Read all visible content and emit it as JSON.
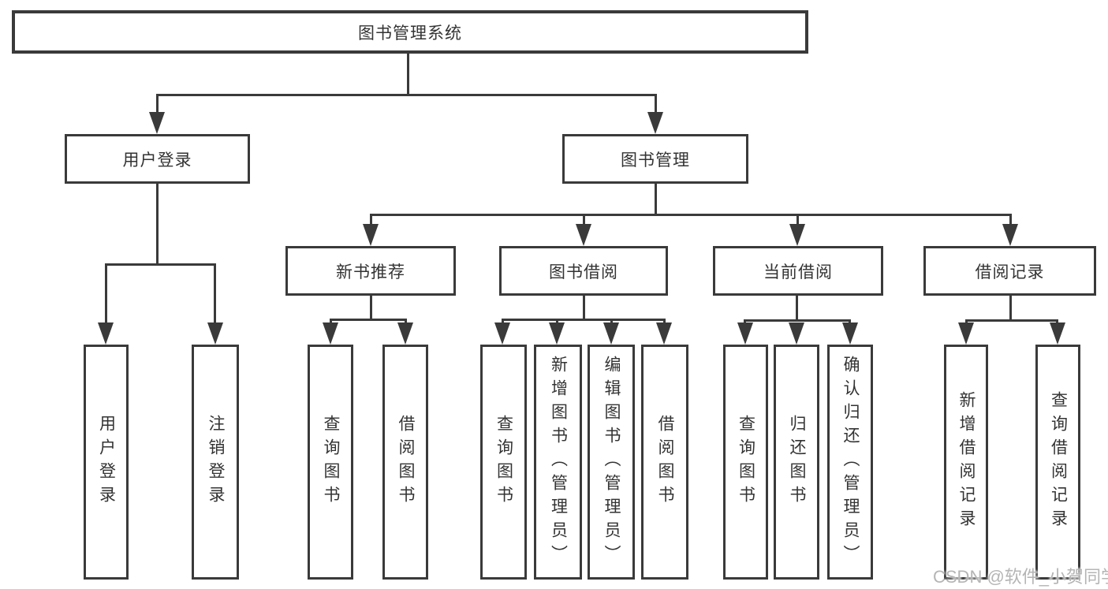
{
  "tree": {
    "root": {
      "label": "图书管理系统",
      "children": [
        {
          "label": "用户登录",
          "children": [
            {
              "label": "用户登录"
            },
            {
              "label": "注销登录"
            }
          ]
        },
        {
          "label": "图书管理",
          "children": [
            {
              "label": "新书推荐",
              "children": [
                {
                  "label": "查询图书"
                },
                {
                  "label": "借阅图书"
                }
              ]
            },
            {
              "label": "图书借阅",
              "children": [
                {
                  "label": "查询图书"
                },
                {
                  "label": "新增图书（管理员）"
                },
                {
                  "label": "编辑图书（管理员）"
                },
                {
                  "label": "借阅图书"
                }
              ]
            },
            {
              "label": "当前借阅",
              "children": [
                {
                  "label": "查询图书"
                },
                {
                  "label": "归还图书"
                },
                {
                  "label": "确认归还（管理员）"
                }
              ]
            },
            {
              "label": "借阅记录",
              "children": [
                {
                  "label": "新增借阅记录"
                },
                {
                  "label": "查询借阅记录"
                }
              ]
            }
          ]
        }
      ]
    }
  },
  "watermark": {
    "text": "CSDN @软件_小贺同学"
  },
  "colors": {
    "line": "#3a3a3a",
    "box_border": "#3a3a3a",
    "text": "#333333",
    "watermark": "#b5b5b5",
    "background": "#ffffff"
  }
}
